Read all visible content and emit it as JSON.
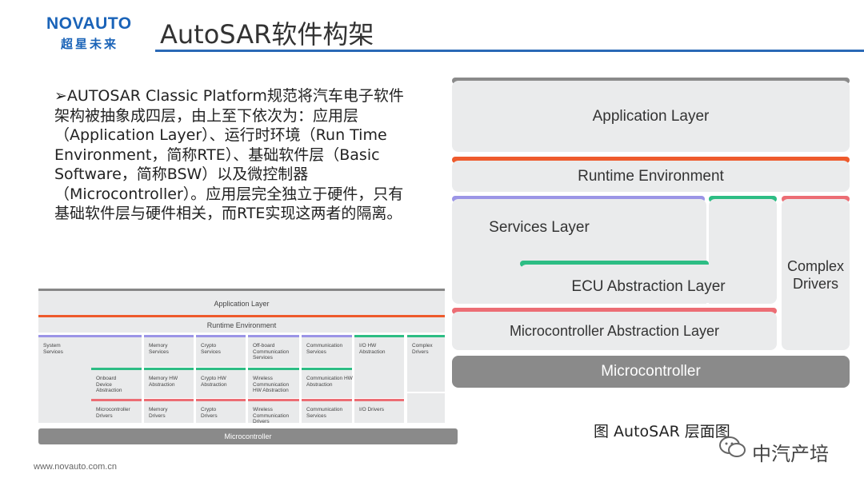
{
  "header": {
    "logo_text": "NOVAUTO",
    "logo_subtitle": "超星未来",
    "title": "AutoSAR软件构架"
  },
  "body_text": "➢AUTOSAR Classic Platform规范将汽车电子软件架构被抽象成四层，由上至下依次为：应用层（Application Layer）、运行时环境（Run Time Environment，简称RTE）、基础软件层（Basic Software，简称BSW）以及微控制器（Microcontroller）。应用层完全独立于硬件，只有基础软件层与硬件相关，而RTE实现这两者的隔离。",
  "small_diagram": {
    "application_layer": "Application Layer",
    "runtime_environment": "Runtime Environment",
    "microcontroller": "Microcontroller",
    "cells": {
      "system_services": "System Services",
      "memory_services": "Memory Services",
      "crypto_services": "Crypto Services",
      "offboard_comm_services": "Off-board Communication Services",
      "communication_services": "Communication Services",
      "io_hw_abstraction": "I/O HW Abstraction",
      "complex_drivers": "Complex Drivers",
      "onboard_device_abstraction": "Onboard Device Abstraction",
      "memory_hw_abstraction": "Memory HW Abstraction",
      "crypto_hw_abstraction": "Crypto HW Abstraction",
      "wireless_comm_hw_abstraction": "Wireless Communication HW Abstraction",
      "communication_hw_abstraction": "Communication HW Abstraction",
      "microcontroller_drivers": "Microcontroller Drivers",
      "memory_drivers": "Memory Drivers",
      "crypto_drivers": "Crypto Drivers",
      "wireless_comm_drivers": "Wireless Communication Drivers",
      "communication_services_bottom": "Communication Services",
      "io_drivers": "I/O Drivers"
    }
  },
  "large_diagram": {
    "application_layer": "Application Layer",
    "runtime_environment": "Runtime Environment",
    "services_layer": "Services Layer",
    "ecu_abstraction_layer": "ECU Abstraction Layer",
    "complex_drivers": "Complex Drivers",
    "mcal": "Microcontroller Abstraction Layer",
    "microcontroller": "Microcontroller"
  },
  "caption": "图 AutoSAR 层面图",
  "footer_url": "www.novauto.com.cn",
  "wechat_name": "中汽产培",
  "colors": {
    "brand_blue": "#1a63b8",
    "rte_orange": "#ee5a2c",
    "services_purple": "#9b95e6",
    "ecu_green": "#2dbd84",
    "mcal_red": "#ec6d74",
    "grey_bar": "#878787",
    "microcontroller_grey": "#8a8a8a"
  }
}
